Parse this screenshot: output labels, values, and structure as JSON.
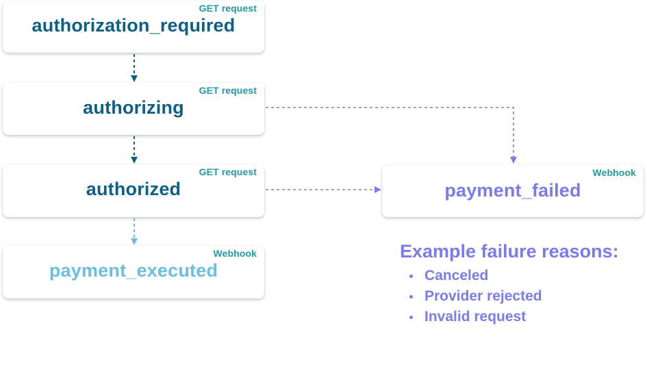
{
  "nodes": {
    "authorization_required": {
      "label": "authorization_required",
      "tag": "GET request"
    },
    "authorizing": {
      "label": "authorizing",
      "tag": "GET request"
    },
    "authorized": {
      "label": "authorized",
      "tag": "GET request"
    },
    "payment_executed": {
      "label": "payment_executed",
      "tag": "Webhook"
    },
    "payment_failed": {
      "label": "payment_failed",
      "tag": "Webhook"
    }
  },
  "failure_reasons": {
    "title": "Example failure reasons:",
    "items": [
      "Canceled",
      "Provider rejected",
      "Invalid request"
    ]
  },
  "colors": {
    "status_dark": "#0c5f88",
    "status_light": "#6cbde3",
    "failure": "#7b7bf0",
    "tag": "#1f9aa6"
  }
}
